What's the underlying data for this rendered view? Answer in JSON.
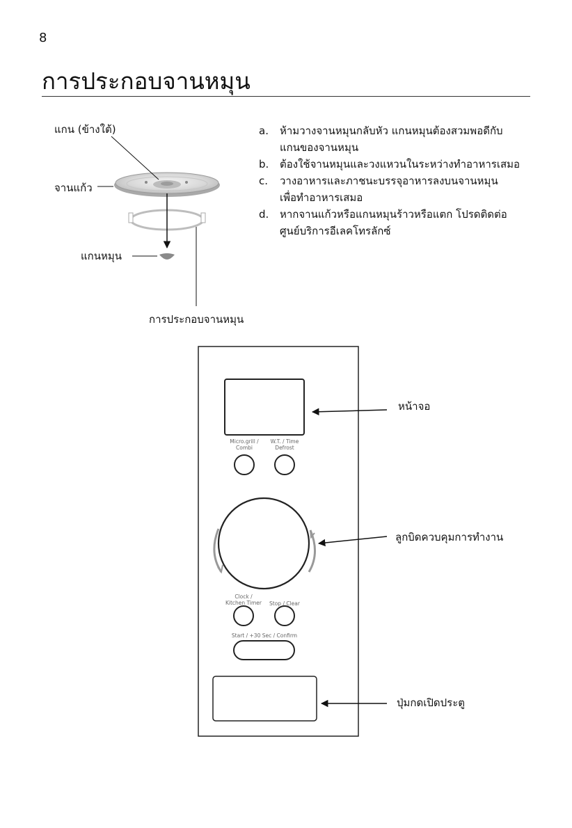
{
  "page": {
    "number": "8",
    "title": "การประกอบจานหมุน"
  },
  "turntable": {
    "labels": {
      "shaft_under": "แกน (ข้างใต้)",
      "glass_tray": "จานแก้ว",
      "shaft": "แกนหมุน",
      "assembly": "การประกอบจานหมุน"
    },
    "instructions": [
      {
        "letter": "a.",
        "lines": [
          "ห้ามวางจานหมุนกลับหัว แกนหมุนต้องสวมพอดีกับ",
          "แกนของจานหมุน"
        ]
      },
      {
        "letter": "b.",
        "lines": [
          "ต้องใช้จานหมุนและวงแหวนในระหว่างทำอาหารเสมอ"
        ]
      },
      {
        "letter": "c.",
        "lines": [
          "วางอาหารและภาชนะบรรจุอาหารลงบนจานหมุน",
          "เพื่อทำอาหารเสมอ"
        ]
      },
      {
        "letter": "d.",
        "lines": [
          "หากจานแก้วหรือแกนหมุนร้าวหรือแตก โปรดติดต่อ",
          "ศูนย์บริการอีเลคโทรลักซ์"
        ]
      }
    ]
  },
  "control_panel": {
    "callouts": {
      "display": "หน้าจอ",
      "knob": "ลูกบิดควบคุมการทำงาน",
      "door_button": "ปุ่มกดเปิดประตู"
    },
    "buttons": {
      "micro_grill_line1": "Micro.grill /",
      "micro_grill_line2": "Combi",
      "wt_time_line1": "W.T. / Time",
      "wt_time_line2": "Defrost",
      "clock_line1": "Clock /",
      "clock_line2": "Kitchen Timer",
      "stop_clear": "Stop / Clear",
      "start": "Start / +30 Sec / Confirm"
    }
  }
}
